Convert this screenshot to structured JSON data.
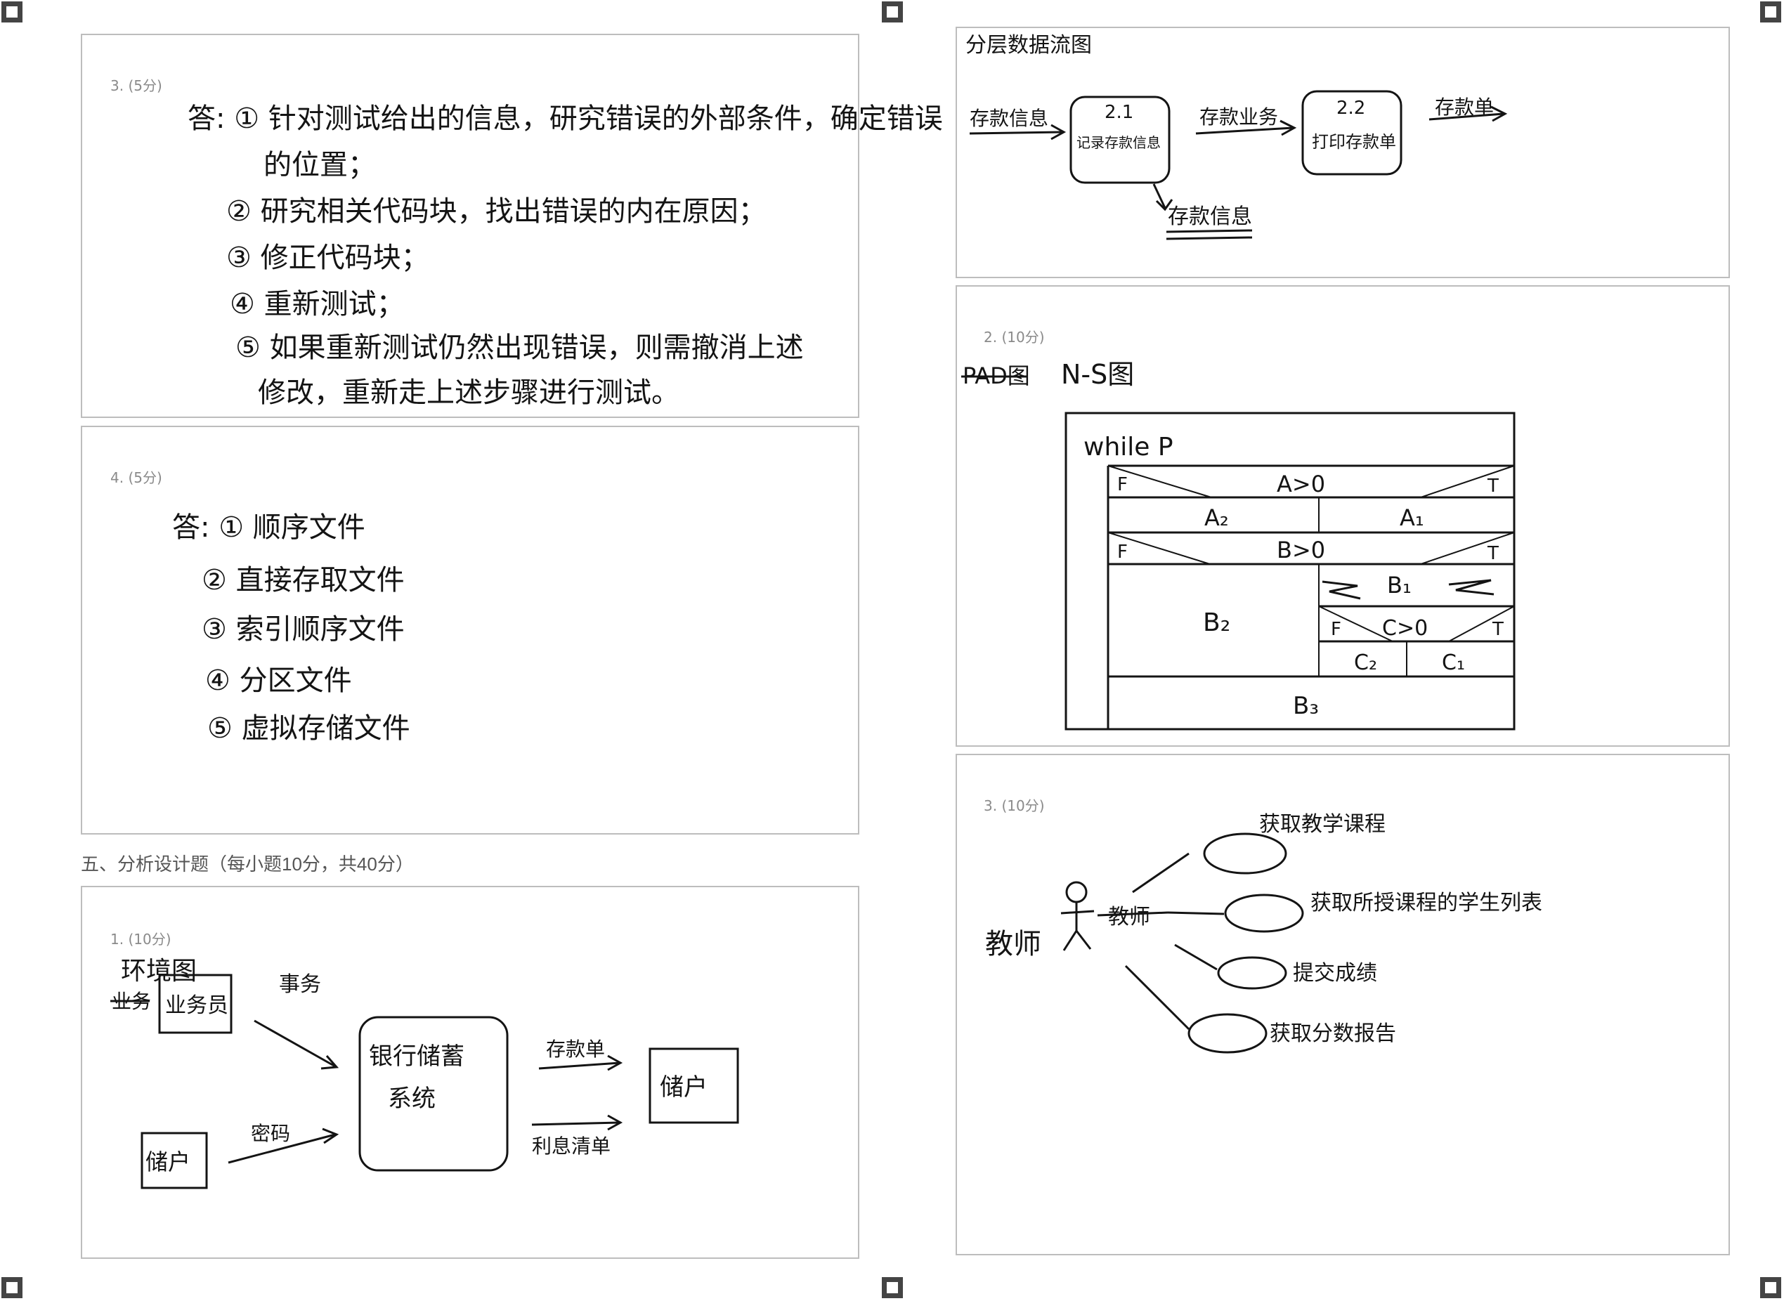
{
  "left": {
    "q3": {
      "label": "3. (5分)",
      "lines": [
        "答: ① 针对测试给出的信息，研究错误的外部条件，确定错误",
        "的位置；",
        "② 研究相关代码块，找出错误的内在原因；",
        "③ 修正代码块；",
        "④ 重新测试；",
        "⑤ 如果重新测试仍然出现错误，则需撤消上述",
        "修改，重新走上述步骤进行测试。"
      ]
    },
    "q4": {
      "label": "4. (5分)",
      "lines": [
        "答: ① 顺序文件",
        "② 直接存取文件",
        "③ 索引顺序文件",
        "④ 分区文件",
        "⑤ 虚拟存储文件"
      ]
    },
    "section_title": "五、分析设计题（每小题10分，共40分）",
    "q1": {
      "label": "1. (10分)",
      "title": "环境图",
      "struck": "业务",
      "clerk": "业务员",
      "clerk_flow": "事务",
      "depositor_in": "储户",
      "password_flow": "密码",
      "system": [
        "银行储蓄",
        "系统"
      ],
      "receipt_flow": "存款单",
      "interest_flow": "利息清单",
      "depositor_out": "储户"
    }
  },
  "right": {
    "dfd": {
      "title": "分层数据流图",
      "input_flow": "存款信息",
      "p1_id": "2.1",
      "p1_name": "记录存款信息",
      "middle_flow": "存款业务",
      "p2_id": "2.2",
      "p2_name": "打印存款单",
      "output_flow": "存款单",
      "store": "存款信息"
    },
    "q2": {
      "label": "2. (10分)",
      "struck": "PAD图",
      "title": "N-S图",
      "while": "while P",
      "c1": "A>0",
      "f": "F",
      "t": "T",
      "a2": "A₂",
      "a1": "A₁",
      "c2": "B>0",
      "b1": "B₁",
      "b2": "B₂",
      "c3": "C>0",
      "c2v": "C₂",
      "c1v": "C₁",
      "b3": "B₃"
    },
    "q3": {
      "label": "3. (10分)",
      "actor": "教师",
      "struck": "教师",
      "use_cases": [
        "获取教学课程",
        "获取所授课程的学生列表",
        "提交成绩",
        "获取分数报告"
      ]
    }
  }
}
